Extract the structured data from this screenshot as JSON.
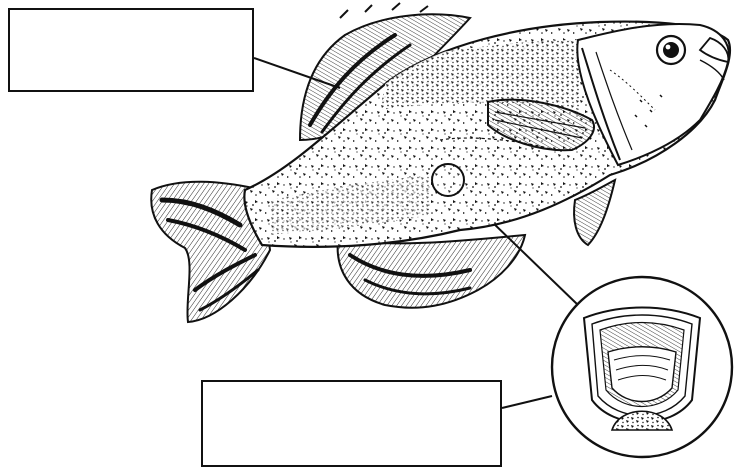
{
  "diagram": {
    "subject": "crappie-fish",
    "labels": [
      {
        "id": "dorsal-fin-label",
        "text": ""
      },
      {
        "id": "scale-label",
        "text": ""
      }
    ],
    "colors": {
      "ink": "#111111",
      "paper": "#ffffff"
    }
  }
}
